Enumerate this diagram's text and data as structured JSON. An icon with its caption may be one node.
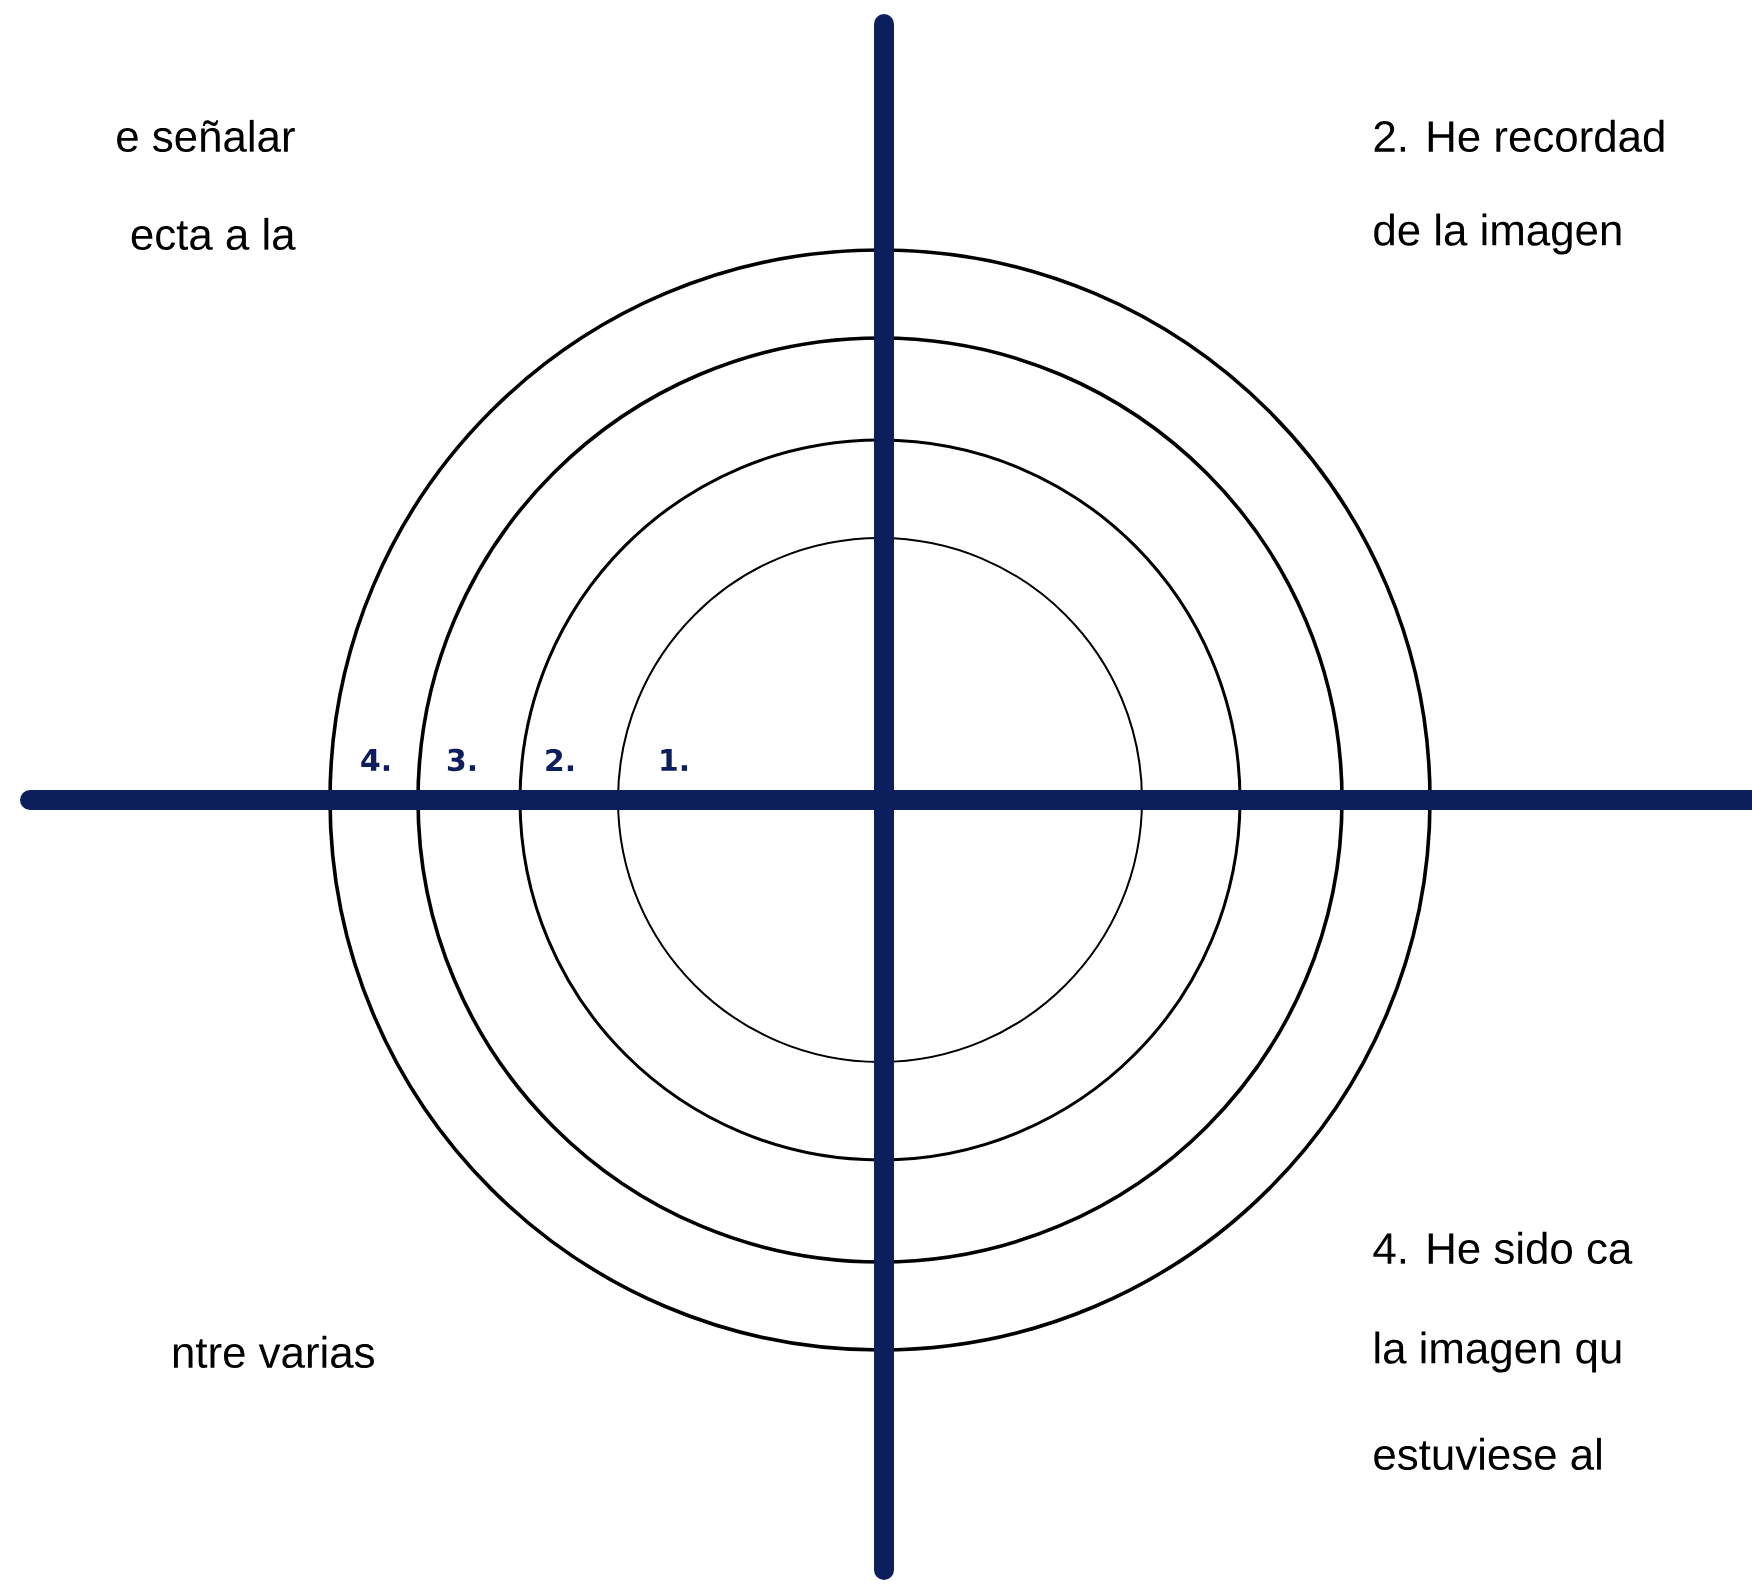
{
  "diagram": {
    "labels": [
      "e señalar",
      "2. He recordad",
      "ecta a la",
      "de la imagen",
      "4.",
      "3.",
      "2.",
      "1.",
      "4. He sido ca",
      "ntre varias",
      "la imagen qu",
      "estuviese al"
    ]
  }
}
